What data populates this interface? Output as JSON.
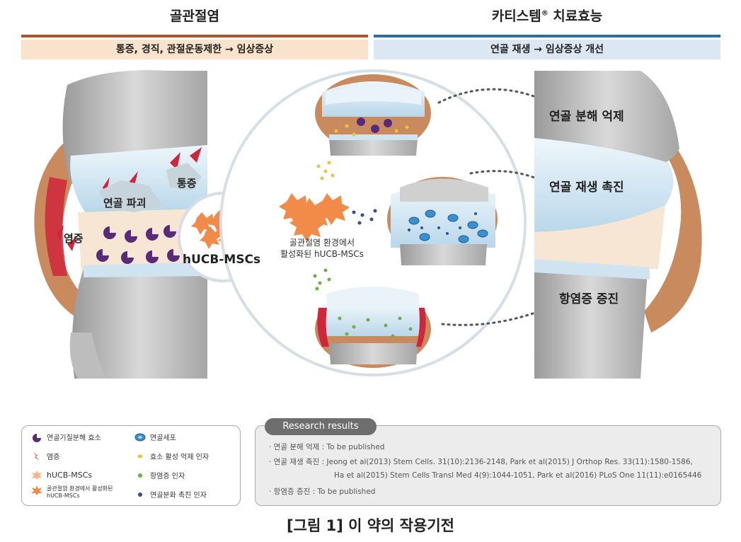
{
  "left": {
    "title": "골관절염",
    "band": "통증, 경직, 관절운동제한 → 임상증상",
    "labels": {
      "destruction": "연골 파괴",
      "pain": "통증",
      "inflammation": "염증",
      "cells": "hUCB-MSCs"
    }
  },
  "right": {
    "title_main": "카티스템",
    "title_mark": "®",
    "title_tail": " 치료효능",
    "band": "연골 재생 → 임상증상 개선",
    "labels": {
      "suppress": "연골 분해 억제",
      "regen": "연골 재생 촉진",
      "antiinf": "항염증 증진"
    }
  },
  "center": {
    "activated_line1": "골관절염 환경에서",
    "activated_line2": "활성화된 hUCB-MSCs"
  },
  "legend": [
    {
      "icon": "enzyme-icon",
      "label": "연골기질분해 효소"
    },
    {
      "icon": "chondrocyte-icon",
      "label": "연골세포"
    },
    {
      "icon": "inflammation-icon",
      "label": "염증"
    },
    {
      "icon": "inhibitor-factor-icon",
      "label": "효소 활성 억제 인자"
    },
    {
      "icon": "hucb-mscs-icon",
      "label": "hUCB-MSCs"
    },
    {
      "icon": "antiinflammatory-factor-icon",
      "label": "항염증 인자"
    },
    {
      "icon": "activated-mscs-icon",
      "label": "골관절염 환경에서 활성화된",
      "label2": "hUCB-MSCs"
    },
    {
      "icon": "differentiation-factor-icon",
      "label": "연골분화 촉진 인자"
    }
  ],
  "research": {
    "tab": "Research results",
    "lines": [
      "· 연골 분해 억제 : To be published",
      "· 연골 재생 촉진 : Jeong et al(2013) Stem Cells. 31(10):2136-2148, Park et al(2015) J Orthop Res. 33(11):1580-1586,",
      "Ha et al(2015) Stem Cells Transl Med 4(9):1044-1051, Park et al(2016) PLoS One 11(11):e0165446",
      "· 항염증 증진 : To be published"
    ]
  },
  "caption": "[그림 1] 이 약의 작용기전",
  "colors": {
    "left_bar": "#b5542a",
    "left_band": "#f9e3cc",
    "right_bar": "#2f6fa8",
    "right_band": "#dbe8f4",
    "enzyme": "#5a2a7a",
    "inflammation": "#d0263a",
    "mscs": "#f28a4a",
    "chondrocyte": "#3b8fd0",
    "inhibitor": "#e8c53a",
    "antiinflammatory": "#6bb04a",
    "differentiation": "#2d4f9a"
  }
}
